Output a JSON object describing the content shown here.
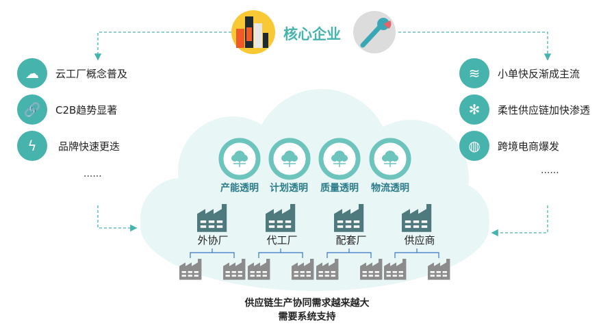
{
  "title": "核心企业",
  "left_items": [
    {
      "icon": "cloud-building-icon",
      "label": "云工厂概念普及"
    },
    {
      "icon": "link-icon",
      "label": "C2B趋势显著"
    },
    {
      "icon": "lightning-icon",
      "label": "品牌快速更迭"
    }
  ],
  "left_more": "......",
  "right_items": [
    {
      "icon": "layers-icon",
      "label": "小单快反渐成主流"
    },
    {
      "icon": "network-icon",
      "label": "柔性供应链加快渗透"
    },
    {
      "icon": "globe-icon",
      "label": "跨境电商爆发"
    }
  ],
  "right_more": "......",
  "transparency": [
    "产能透明",
    "计划透明",
    "质量透明",
    "物流透明"
  ],
  "factories": [
    "外协厂",
    "代工厂",
    "配套厂",
    "供应商"
  ],
  "bottom": [
    "供应链生产协同需求越来越大",
    "需要系统支持"
  ],
  "colors": {
    "teal": "#46b3ad",
    "label": "#2b7c8a",
    "cloud": "#e9f6f6",
    "factory": "#4e7a7e",
    "small_factory": "#8c8c8c"
  }
}
